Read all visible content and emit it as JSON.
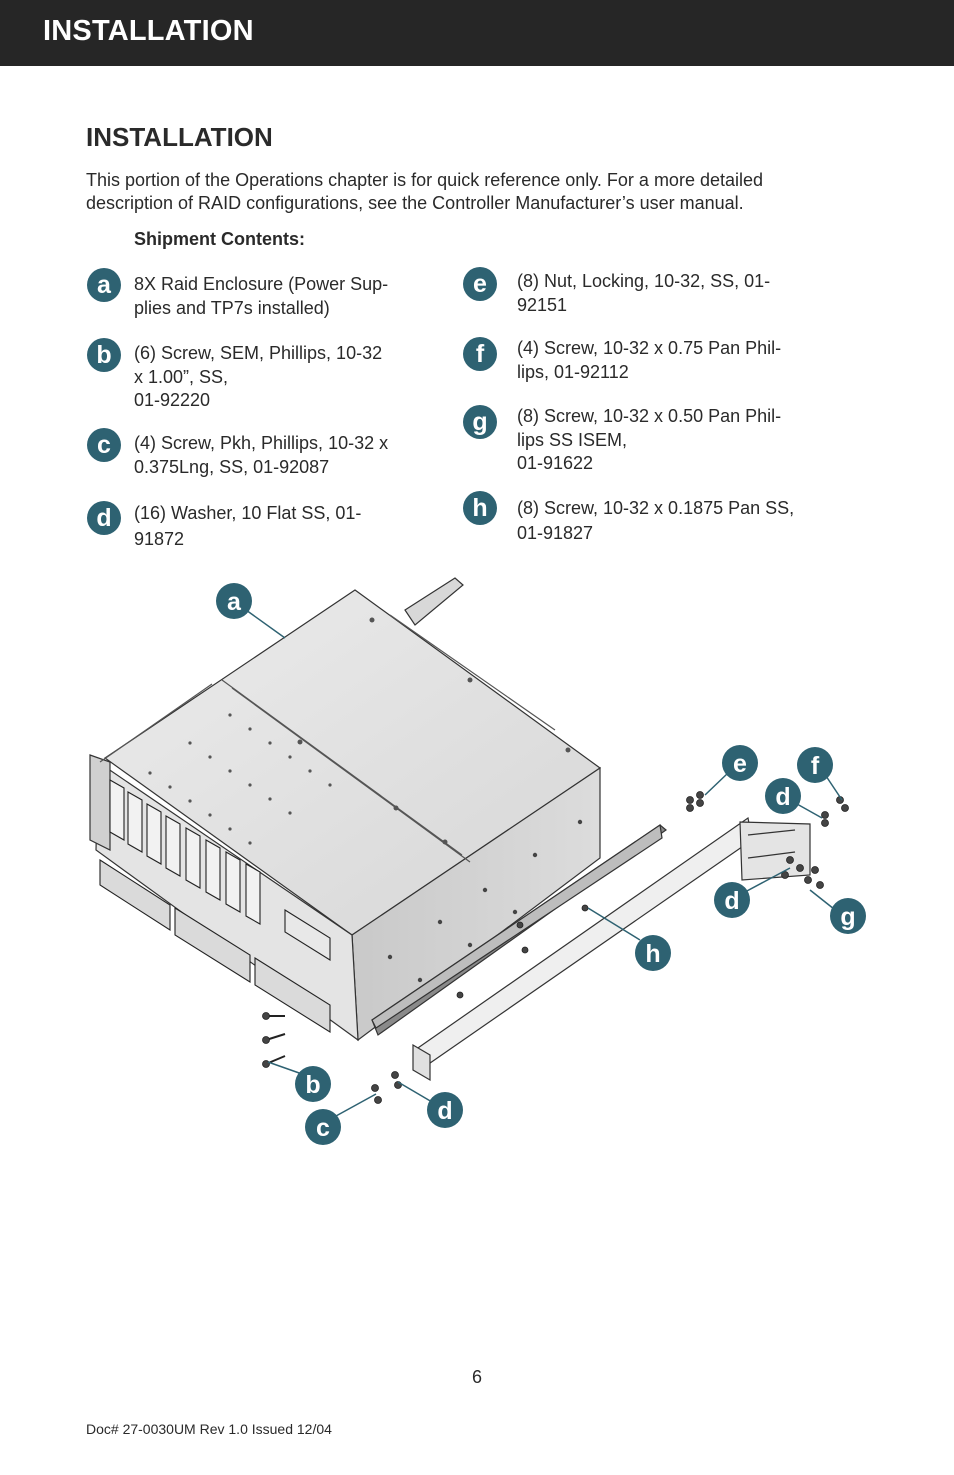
{
  "header": {
    "title": "INSTALLATION"
  },
  "section": {
    "title": "INSTALLATION",
    "intro": "This portion of the Operations chapter is for quick reference only. For a more detailed description of RAID configurations, see the Controller Manufacturer’s user manual."
  },
  "shipment": {
    "title": "Shipment Contents:",
    "items": [
      {
        "letter": "a",
        "text": "8X Raid Enclosure (Power Sup-\nplies and TP7s installed)"
      },
      {
        "letter": "b",
        "text": "(6) Screw, SEM, Phillips, 10-32\nx 1.00”, SS,\n01-92220"
      },
      {
        "letter": "c",
        "text": "(4) Screw, Pkh, Phillips, 10-32 x\n0.375Lng, SS,  01-92087"
      },
      {
        "letter": "d",
        "text": "(16) Washer, 10 Flat SS, 01-\n91872"
      },
      {
        "letter": "e",
        "text": "(8) Nut, Locking, 10-32, SS,  01-\n92151"
      },
      {
        "letter": "f",
        "text": "(4) Screw, 10-32 x 0.75 Pan Phil-\nlips,  01-92112"
      },
      {
        "letter": "g",
        "text": "(8) Screw, 10-32 x 0.50 Pan Phil-\nlips SS ISEM,\n01-91622"
      },
      {
        "letter": "h",
        "text": "(8) Screw, 10-32 x 0.1875 Pan SS,\n01-91827"
      }
    ]
  },
  "diagram": {
    "callouts": [
      "a",
      "e",
      "f",
      "d",
      "d",
      "g",
      "h",
      "b",
      "c",
      "d"
    ]
  },
  "footer": {
    "page_number": "6",
    "doc_id": "Doc# 27-0030UM Rev 1.0 Issued  12/04"
  },
  "colors": {
    "header_bg": "#262626",
    "badge": "#2e6272",
    "text": "#2a2a2a"
  }
}
